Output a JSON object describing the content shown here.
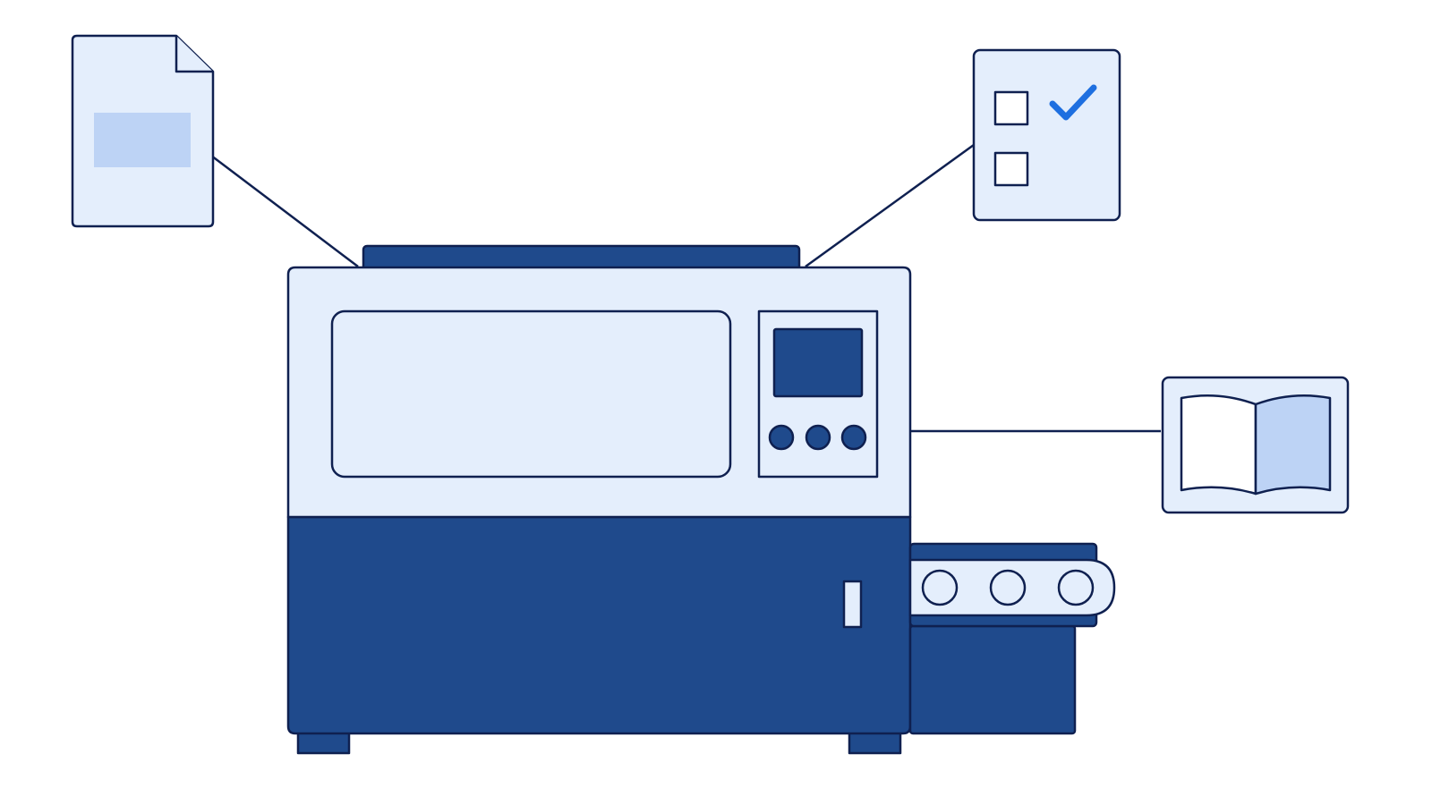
{
  "palette": {
    "background": "#ffffff",
    "outline": "#0f2050",
    "navy": "#1f4a8c",
    "light_fill": "#e4eefc",
    "accent_fill": "#bdd3f5",
    "check_blue": "#1e6fe0",
    "connector": "#0f2050"
  },
  "diagram": {
    "machine": {
      "icon": "industrial-printer-machine",
      "control_panel_buttons": 3,
      "conveyor_rollers": 3
    },
    "callouts": [
      {
        "id": "document",
        "icon": "document-icon"
      },
      {
        "id": "checklist",
        "icon": "checklist-icon",
        "checkboxes": 2,
        "checked": 1
      },
      {
        "id": "book",
        "icon": "open-book-icon"
      }
    ]
  }
}
